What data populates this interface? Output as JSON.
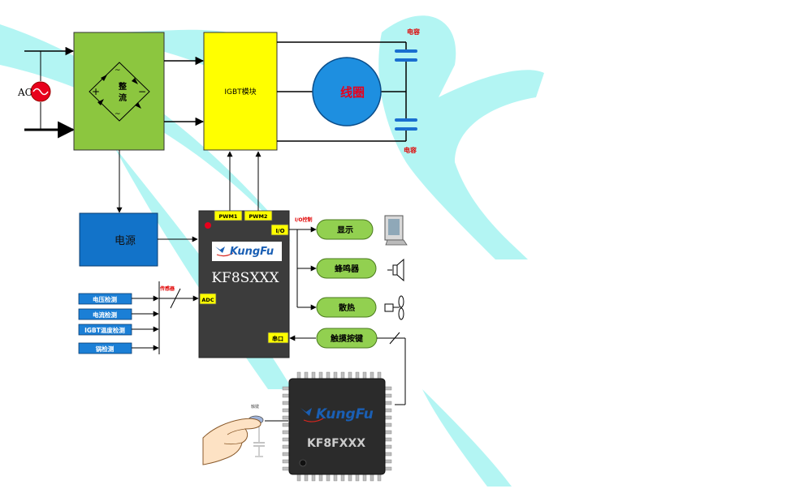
{
  "colors": {
    "background_swoosh": "#b3f5f3",
    "rectifier_fill": "#8cc63f",
    "igbt_fill": "#ffff00",
    "coil_fill": "#1e8fe0",
    "coil_text": "#e8001c",
    "power_fill": "#1273c9",
    "mcu_fill": "#3c3c3c",
    "sensor_fill": "#1b7fd6",
    "pill_fill": "#92d050",
    "label_red": "#e00000",
    "capacitor": "#1a6fd0",
    "kungfu_blue": "#1a5fb4",
    "kungfu_red": "#d7261e"
  },
  "labels": {
    "ac": "AC",
    "rectifier": [
      "整",
      "流"
    ],
    "igbt_module": "IGBT模块",
    "coil": "线圈",
    "capacitor_top": "电容",
    "capacitor_bottom": "电容",
    "power": "电源",
    "pwm1": "PWM1",
    "pwm2": "PWM2",
    "io": "I/O",
    "io_control": "I/O控制",
    "adc": "ADC",
    "serial": "串口",
    "sensor": "传感器",
    "mcu_logo": "KungFu",
    "mcu_model": "KF8SXXX",
    "touch_chip_logo": "KungFu",
    "touch_chip_model": "KF8FXXX",
    "touch_pad": "触键"
  },
  "sensors": [
    "电压检测",
    "电流检测",
    "IGBT温度检测",
    "锅检测"
  ],
  "outputs": {
    "display": "显示",
    "buzzer": "蜂鸣器",
    "cooling": "散热",
    "touch_key": "触摸按键"
  },
  "icons": {
    "ac_source": "ac-source-icon",
    "monitor": "monitor-icon",
    "speaker": "speaker-icon",
    "fan": "fan-icon",
    "finger": "finger-icon"
  }
}
